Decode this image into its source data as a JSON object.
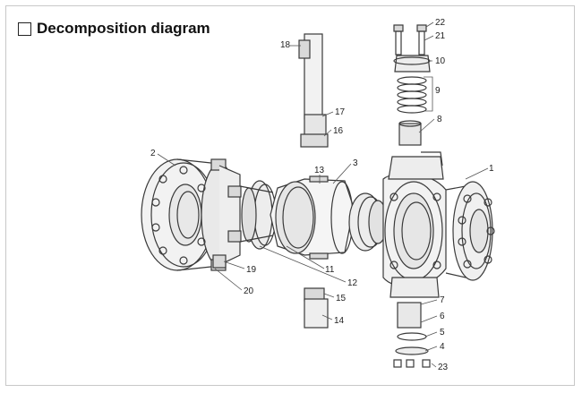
{
  "header": {
    "title": "Decomposition diagram"
  },
  "callouts": [
    "1",
    "2",
    "3",
    "4",
    "5",
    "6",
    "7",
    "8",
    "9",
    "10",
    "11",
    "12",
    "13",
    "14",
    "15",
    "16",
    "17",
    "18",
    "19",
    "20",
    "21",
    "22",
    "23"
  ],
  "colors": {
    "line": "#3a3a3a",
    "fill_light": "#f2f2f2",
    "fill_mid": "#d9d9d9",
    "frame": "#c8c8c8"
  }
}
